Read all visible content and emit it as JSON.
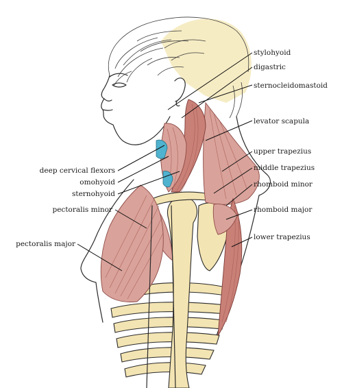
{
  "labels": {
    "stylohyoid": "stylohyoid",
    "digastric": "digastric",
    "sternocleidomastoid": "sternocleidomastoid",
    "levator_scapula": "levator scapula",
    "upper_trapezius": "upper trapezius",
    "middle_trapezius": "middle trapezius",
    "rhomboid_minor": "rhomboid minor",
    "rhomboid_major": "rhomboid major",
    "lower_trapezius": "lower trapezius",
    "deep_cervical_flexors": "deep cervical flexors",
    "omohyoid": "omohyoid",
    "sternohyoid": "sternohyoid",
    "pectoralis_minor": "pectoralis minor",
    "pectoralis_major": "pectoralis major"
  },
  "colors": {
    "muscle": "#d9a29a",
    "bone": "#f3e4b3",
    "skull": "#f6ecc4",
    "cartilage": "#4fb3cf"
  }
}
